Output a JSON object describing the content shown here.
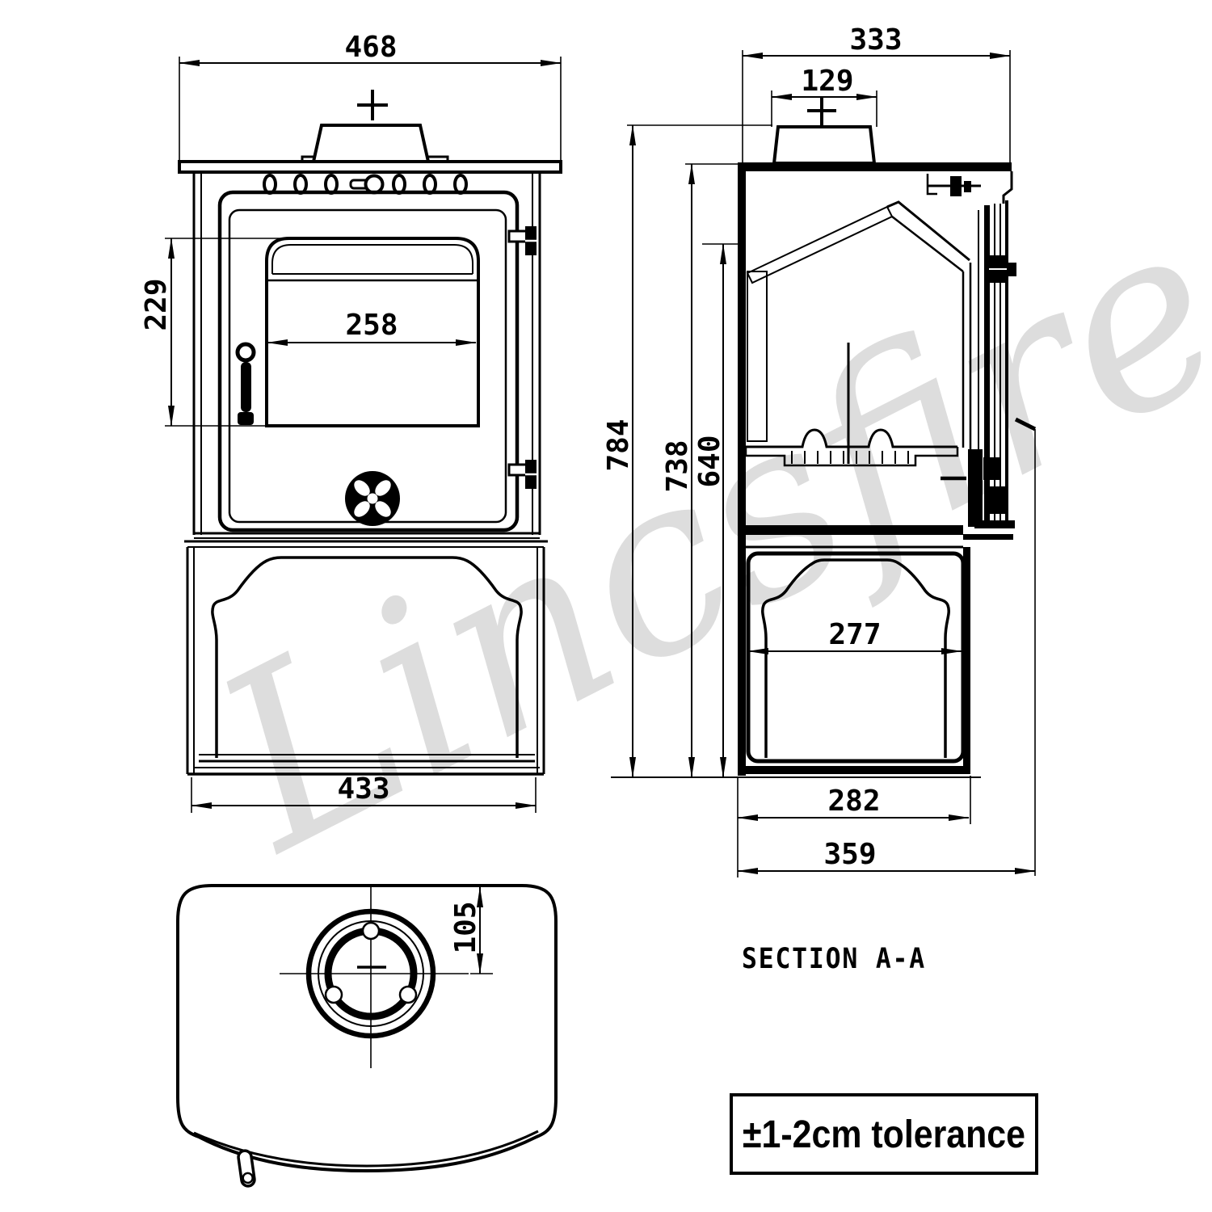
{
  "watermark": "Lincsfire",
  "titles": {
    "section": "SECTION A-A",
    "tolerance": "±1-2cm tolerance"
  },
  "dimensions": {
    "front": {
      "top_width": "468",
      "glass_height": "229",
      "glass_width": "258",
      "base_width": "433"
    },
    "section": {
      "top_depth": "333",
      "flue_width": "129",
      "overall_height": "784",
      "body_height": "738",
      "firebox_height": "640",
      "base_inner_depth": "277",
      "base_depth": "282",
      "overall_depth": "359"
    },
    "top": {
      "flue_centre_offset": "105"
    }
  }
}
